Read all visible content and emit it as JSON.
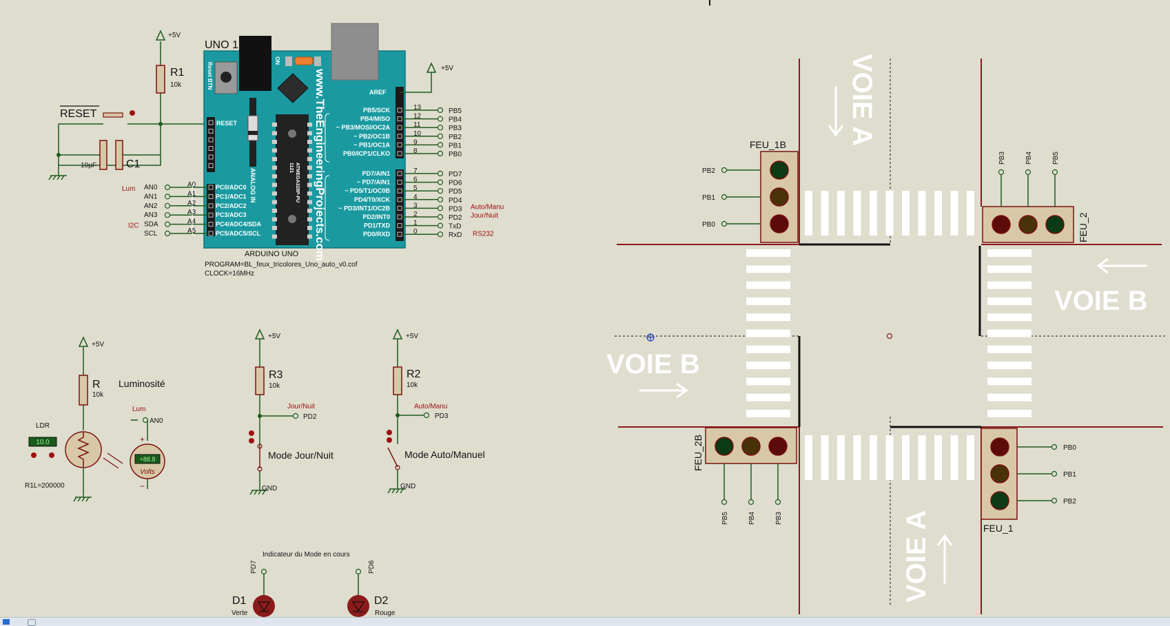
{
  "colors": {
    "background": "#deddce",
    "wire": "#1f5a1f",
    "pin_label": "#5a0000",
    "accent_label": "#a01010",
    "board": "#1a9aa0",
    "road_line": "#8b1a1a",
    "crossing": "#ffffff",
    "led_red": "#5c0a0a",
    "led_yellow": "#4a3208",
    "led_green": "#0c3a14",
    "body_fill": "#d8c8a8",
    "body_stroke": "#7a1010"
  },
  "arduino": {
    "name": "UNO 1",
    "board_label": "ARDUINO UNO",
    "url_text": "www.TheEngineeringProjects.com",
    "chip_text": "ATMEGA328P-PU",
    "chip_code": "1121",
    "on_label": "ON",
    "reset_btn_label": "Reset BTN",
    "analog_in_label": "ANALOG IN",
    "reset_pin": "RESET",
    "aref": "AREF",
    "program": "PROGRAM=BL_feux_tricolores_Uno_auto_v0.cof",
    "clock": "CLOCK=16MHz",
    "analog_pins": [
      {
        "inner": "PC0/ADC0",
        "pin": "A0",
        "net": "AN0",
        "tag": "Lum"
      },
      {
        "inner": "PC1/ADC1",
        "pin": "A1",
        "net": "AN1",
        "tag": ""
      },
      {
        "inner": "PC2/ADC2",
        "pin": "A2",
        "net": "AN2",
        "tag": ""
      },
      {
        "inner": "PC3/ADC3",
        "pin": "A3",
        "net": "AN3",
        "tag": ""
      },
      {
        "inner": "PC4/ADC4/SDA",
        "pin": "A4",
        "net": "SDA",
        "tag": "I2C"
      },
      {
        "inner": "PC5/ADC5/SCL",
        "pin": "A5",
        "net": "SCL",
        "tag": ""
      }
    ],
    "digital_high": [
      {
        "inner": "PB5/SCK",
        "num": "13",
        "net": "PB5"
      },
      {
        "inner": "PB4/MISO",
        "num": "12",
        "net": "PB4"
      },
      {
        "inner": "~ PB3/MOSI/OC2A",
        "num": "11",
        "net": "PB3"
      },
      {
        "inner": "~ PB2/OC1B",
        "num": "10",
        "net": "PB2"
      },
      {
        "inner": "~ PB1/OC1A",
        "num": "9",
        "net": "PB1"
      },
      {
        "inner": "PB0/ICP1/CLKO",
        "num": "8",
        "net": "PB0"
      }
    ],
    "digital_low": [
      {
        "inner": "PD7/AIN1",
        "num": "7",
        "net": "PD7",
        "tag": ""
      },
      {
        "inner": "~ PD7/AIN1",
        "num": "6",
        "net": "PD6",
        "tag": ""
      },
      {
        "inner": "~ PD5/T1/OC0B",
        "num": "5",
        "net": "PD5",
        "tag": ""
      },
      {
        "inner": "PD4/T0/XCK",
        "num": "4",
        "net": "PD4",
        "tag": ""
      },
      {
        "inner": "~ PD3/INT1/OC2B",
        "num": "3",
        "net": "PD3",
        "tag": "Auto/Manu"
      },
      {
        "inner": "PD2/INT0",
        "num": "2",
        "net": "PD2",
        "tag": "Jour/Nuit"
      },
      {
        "inner": "PD1/TXD",
        "num": "1",
        "net": "TxD",
        "tag": "RS232"
      },
      {
        "inner": "PD0/RXD",
        "num": "0",
        "net": "RxD",
        "tag": ""
      }
    ]
  },
  "reset_circuit": {
    "vcc": "+5V",
    "r1_name": "R1",
    "r1_value": "10k",
    "reset_label": "RESET",
    "c1_name": "C1",
    "c1_value": "10µF"
  },
  "aref_vcc": "+5V",
  "ldr_circuit": {
    "vcc": "+5V",
    "r_name": "R",
    "r_value": "10k",
    "title": "Luminosité",
    "ldr_name": "LDR",
    "ldr_display": "10.0",
    "ldr_param": "R1L=200000",
    "lum_tag": "Lum",
    "an0": "AN0",
    "volts_label": "Volts",
    "volts_display": "+88.8",
    "plus": "+",
    "minus": "−"
  },
  "switch_jour": {
    "vcc": "+5V",
    "r_name": "R3",
    "r_value": "10k",
    "tag": "Jour/Nuit",
    "net": "PD2",
    "label": "Mode Jour/Nuit",
    "gnd": "GND"
  },
  "switch_auto": {
    "vcc": "+5V",
    "r_name": "R2",
    "r_value": "10k",
    "tag": "Auto/Manu",
    "net": "PD3",
    "label": "Mode Auto/Manuel",
    "gnd": "GND"
  },
  "indicator": {
    "title": "Indicateur du Mode en cours",
    "d1_net": "PD7",
    "d1_name": "D1",
    "d1_color": "Verte",
    "d2_net": "PD6",
    "d2_name": "D2",
    "d2_color": "Rouge"
  },
  "intersection": {
    "voie_a_top": "VOIE A",
    "voie_a_bottom": "VOIE A",
    "voie_b_left": "VOIE B",
    "voie_b_right": "VOIE B",
    "feu_1b": {
      "name": "FEU_1B",
      "nets": [
        "PB2",
        "PB1",
        "PB0"
      ]
    },
    "feu_2": {
      "name": "FEU_2",
      "nets": [
        "PB3",
        "PB4",
        "PB5"
      ]
    },
    "feu_2b": {
      "name": "FEU_2B",
      "nets": [
        "PB5",
        "PB4",
        "PB3"
      ]
    },
    "feu_1": {
      "name": "FEU_1",
      "nets": [
        "PB0",
        "PB1",
        "PB2"
      ]
    }
  }
}
